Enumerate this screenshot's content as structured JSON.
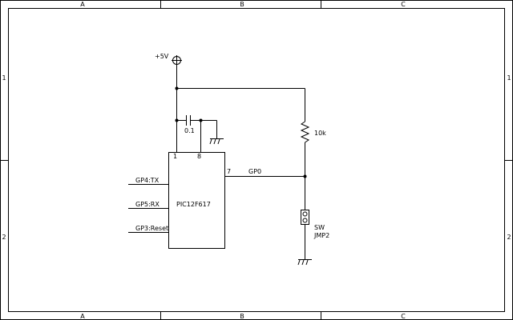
{
  "frame": {
    "columns": [
      "A",
      "B",
      "C"
    ],
    "rows": [
      "1",
      "2"
    ]
  },
  "schematic": {
    "power_label": "+5V",
    "capacitor_value": "0.1",
    "resistor_value": "10k",
    "ic": {
      "part": "PIC12F617",
      "pin_vdd": "1",
      "pin_vss": "8",
      "pin_gp0": "7",
      "pin_labels": [
        "GP4:TX",
        "GP5:RX",
        "GP3:Reset"
      ]
    },
    "net_gp0": "GP0",
    "switch_label": "SW",
    "jumper_label": "JMP2"
  }
}
